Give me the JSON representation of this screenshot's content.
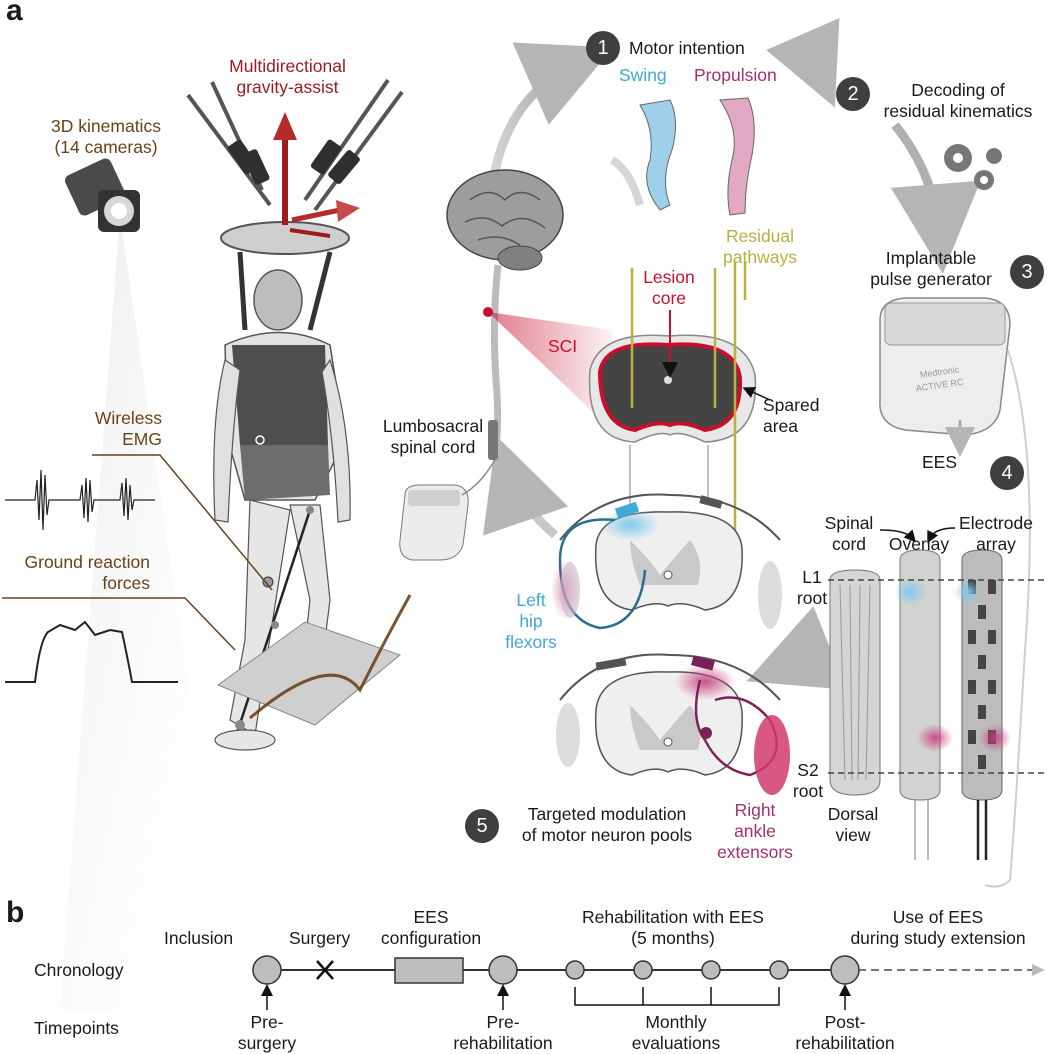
{
  "panel_a": {
    "label": "a",
    "left_setup": {
      "gravity_assist": [
        "Multidirectional",
        "gravity-assist"
      ],
      "kinematics": [
        "3D kinematics",
        "(14 cameras)"
      ],
      "wireless_emg": [
        "Wireless",
        "EMG"
      ],
      "ground_forces": [
        "Ground reaction",
        "forces"
      ]
    },
    "steps": [
      {
        "number": "1",
        "label": "Motor intention"
      },
      {
        "number": "2",
        "label_lines": [
          "Decoding of",
          "residual kinematics"
        ]
      },
      {
        "number": "3",
        "label_lines": [
          "Implantable",
          "pulse generator"
        ]
      },
      {
        "number": "4",
        "label": "EES"
      },
      {
        "number": "5",
        "label_lines": [
          "Targeted modulation",
          "of motor neuron pools"
        ]
      }
    ],
    "intention": {
      "swing": "Swing",
      "propulsion": "Propulsion"
    },
    "cord_section": {
      "residual_pathways": [
        "Residual",
        "pathways"
      ],
      "lesion_core": [
        "Lesion",
        "core"
      ],
      "sci": "SCI",
      "spared_area": [
        "Spared",
        "area"
      ]
    },
    "lumbosacral": [
      "Lumbosacral",
      "spinal cord"
    ],
    "ipg_engraving": [
      "Medtronic",
      "ACTIVE RC"
    ],
    "muscles": {
      "left_hip_flexors": [
        "Left",
        "hip",
        "flexors"
      ],
      "right_ankle_extensors": [
        "Right",
        "ankle",
        "extensors"
      ]
    },
    "columns": {
      "spinal_cord": [
        "Spinal",
        "cord"
      ],
      "overlay": [
        "",
        "Overlay"
      ],
      "electrode_array": [
        "Electrode",
        "array"
      ]
    },
    "roots": {
      "l1": [
        "L1",
        "root"
      ],
      "s2": [
        "S2",
        "root"
      ]
    },
    "dorsal_view": [
      "Dorsal",
      "view"
    ],
    "colors": {
      "swing": "#3fa9d8",
      "propulsion": "#a4306f",
      "lesion": "#c8102e",
      "residual": "#b9b13f",
      "step_badge": "#3f3f3f",
      "annotation": "#6a4219"
    }
  },
  "panel_b": {
    "label": "b",
    "rows": {
      "chronology": "Chronology",
      "timepoints": "Timepoints"
    },
    "top_labels": {
      "inclusion": "Inclusion",
      "surgery": "Surgery",
      "ees_configuration": [
        "EES",
        "configuration"
      ],
      "rehabilitation": [
        "Rehabilitation with EES",
        "(5 months)"
      ],
      "study_extension": [
        "Use of EES",
        "during study extension"
      ]
    },
    "timepoints": {
      "pre_surgery": [
        "Pre-",
        "surgery"
      ],
      "pre_rehabilitation": [
        "Pre-",
        "rehabilitation"
      ],
      "monthly": [
        "Monthly",
        "evaluations"
      ],
      "post_rehabilitation": [
        "Post-",
        "rehabilitation"
      ]
    },
    "markers": {
      "surgery": "X"
    }
  }
}
